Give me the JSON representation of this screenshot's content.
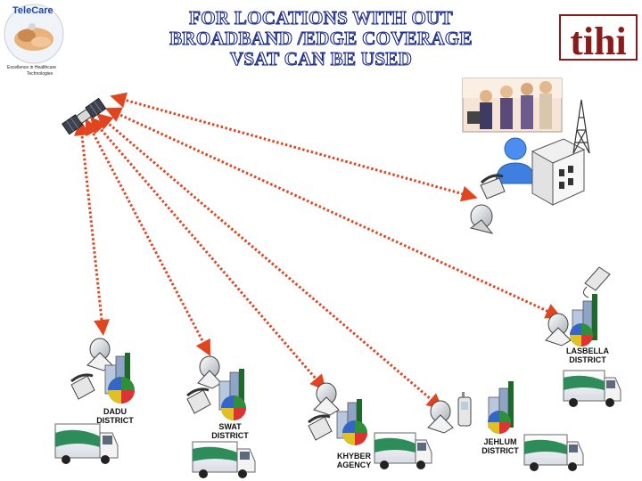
{
  "title": {
    "line1": "FOR LOCATIONS WITH OUT",
    "line2": "BROADBAND /EDGE COVERAGE",
    "line3": "VSAT CAN BE USED"
  },
  "telecare_logo": {
    "name": "TeleCare",
    "tagline_line1": "Excellence in Healthcare",
    "tagline_line2": "Technologies"
  },
  "tihi_logo": {
    "text": "tihi"
  },
  "sites": {
    "dadu": {
      "line1": "DADU",
      "line2": "DISTRICT"
    },
    "swat": {
      "line1": "SWAT",
      "line2": "DISTRICT"
    },
    "khyber": {
      "line1": "KHYBER",
      "line2": "AGENCY"
    },
    "jehlum": {
      "line1": "JEHLUM",
      "line2": "DISTRICT"
    },
    "lasbella": {
      "line1": "LASBELLA",
      "line2": "DISTRICT"
    }
  },
  "colors": {
    "link": "#e0451f",
    "title_fill": "#ffffff",
    "title_stroke": "#1a2a8a",
    "tihi": "#8b1a1a"
  }
}
